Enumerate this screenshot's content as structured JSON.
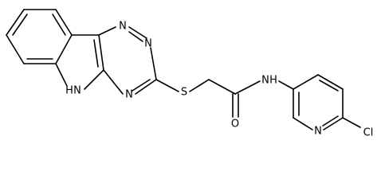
{
  "molecule": {
    "atoms": {
      "n_triazine_top": "N",
      "n_triazine_right": "N",
      "n_triazine_bottom": "N",
      "n_indole": "N",
      "h_indole": "H",
      "s_thioether": "S",
      "o_carbonyl": "O",
      "n_amide": "N",
      "h_amide": "H",
      "n_pyridine": "N",
      "cl": "Cl"
    },
    "colors": {
      "bond": "#000000",
      "label": "#000000",
      "background": "#ffffff"
    }
  }
}
